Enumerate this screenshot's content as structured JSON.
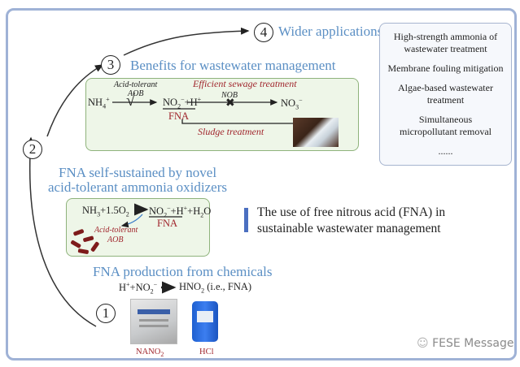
{
  "steps": [
    {
      "number": "1",
      "title": "FNA production from chemicals"
    },
    {
      "number": "2",
      "title_line1": "FNA self-sustained by novel",
      "title_line2": "acid-tolerant ammonia oxidizers"
    },
    {
      "number": "3",
      "title": "Benefits for wastewater management"
    },
    {
      "number": "4",
      "title": "Wider applications"
    }
  ],
  "benefits_box": {
    "reactant": "NH4+",
    "aob_label_line1": "Acid-tolerant",
    "aob_label_line2": "AOB",
    "check_mark": "√",
    "product": "NO2−+H+",
    "fna_label": "FNA",
    "nob_label": "NOB",
    "cross_mark": "✖",
    "nitrate": "NO3−",
    "efficient_label": "Efficient sewage treatment",
    "sludge_label": "Sludge treatment"
  },
  "self_sustained_box": {
    "equation_left": "NH3+1.5O2",
    "equation_right": "NO2−+H++H2O",
    "fna_label": "FNA",
    "aob_line1": "Acid-tolerant",
    "aob_line2": "AOB"
  },
  "chemicals": {
    "equation_left": "H+ + NO2−",
    "equation_right": "HNO2 (i.e., FNA)",
    "items": [
      {
        "label": "NANO2"
      },
      {
        "label": "HCl"
      }
    ]
  },
  "applications": [
    "High-strength ammonia of wastewater treatment",
    "Membrane fouling mitigation",
    "Algae-based wastewater treatment",
    "Simultaneous micropollutant removal",
    "......"
  ],
  "main_title_line1": "The use of free nitrous acid (FNA) in",
  "main_title_line2": "sustainable wastewater management",
  "watermark": "FESE Message",
  "colors": {
    "heading": "#5b8fc4",
    "accent_red": "#a0252c",
    "frame": "#9fb2d6",
    "green_box": "#eef6e8",
    "title_bar": "#4b6fc0"
  }
}
